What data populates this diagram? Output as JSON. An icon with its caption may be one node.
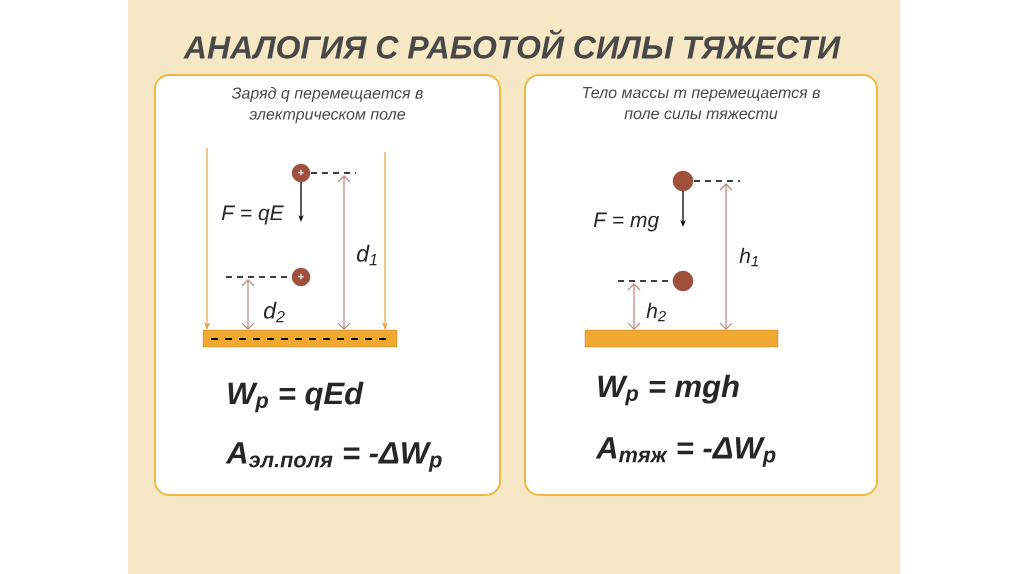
{
  "diagram": {
    "title": "АНАЛОГИЯ С РАБОТОЙ СИЛЫ ТЯЖЕСТИ",
    "nodes": [
      {
        "text": [
          "Заряд q перемещается в электрическом поле"
        ]
      },
      {
        "text": [],
        "shape": "bar",
        "in": 0
      },
      {
        "text": [
          "+"
        ],
        "in": 0
      },
      {
        "text": [
          "+"
        ],
        "in": 0
      },
      {
        "text": [
          "Тело массы m перемещается в поле силы тяжести"
        ]
      },
      {
        "text": [],
        "shape": "bar",
        "in": 4
      },
      {
        "text": [],
        "shape": "circle",
        "in": 4
      },
      {
        "text": [],
        "shape": "circle",
        "in": 4
      }
    ],
    "labels": [
      "F = qE",
      "d$_{1}$",
      "d$_{2}$",
      "W$_{p}$ = qEd",
      "A$_{эл.поля}$ = -ΔW$_{p}$",
      "F = mg",
      "h$_{1}$",
      "h$_{2}$",
      "W$_{p}$ = mgh",
      "A$_{тяж}$ = -ΔW$_{p}$"
    ]
  }
}
